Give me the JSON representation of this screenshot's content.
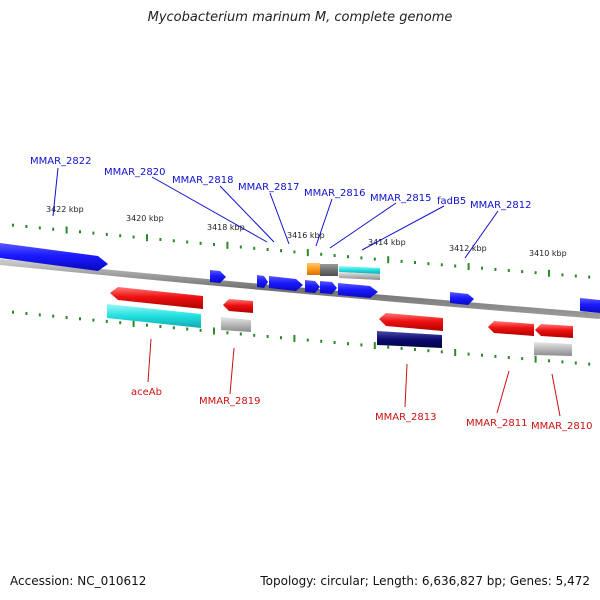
{
  "title": "Mycobacterium marinum M, complete genome",
  "footer": {
    "accession": "Accession: NC_010612",
    "summary": "Topology: circular; Length: 6,636,827 bp; Genes: 5,472"
  },
  "colors": {
    "forward_label": "#1010cc",
    "reverse_label": "#cc1010",
    "tick": "#2a8a2a",
    "backbone": "#808080",
    "gene_blue": "#1a1aff",
    "gene_red": "#ee1111",
    "feature_cyan": "#22e0e0",
    "feature_gray": "#b8b8b8",
    "feature_navy": "#0a0a70",
    "feature_orange": "#ff9a1a"
  },
  "scale_labels": [
    "3422 kbp",
    "3420 kbp",
    "3418 kbp",
    "3416 kbp",
    "3414 kbp",
    "3412 kbp",
    "3410 kbp"
  ],
  "forward_gene_labels": [
    "MMAR_2822",
    "MMAR_2820",
    "MMAR_2818",
    "MMAR_2817",
    "MMAR_2816",
    "MMAR_2815",
    "fadB5",
    "MMAR_2812"
  ],
  "reverse_gene_labels": [
    "aceAb",
    "MMAR_2819",
    "MMAR_2813",
    "MMAR_2811",
    "MMAR_2810"
  ]
}
